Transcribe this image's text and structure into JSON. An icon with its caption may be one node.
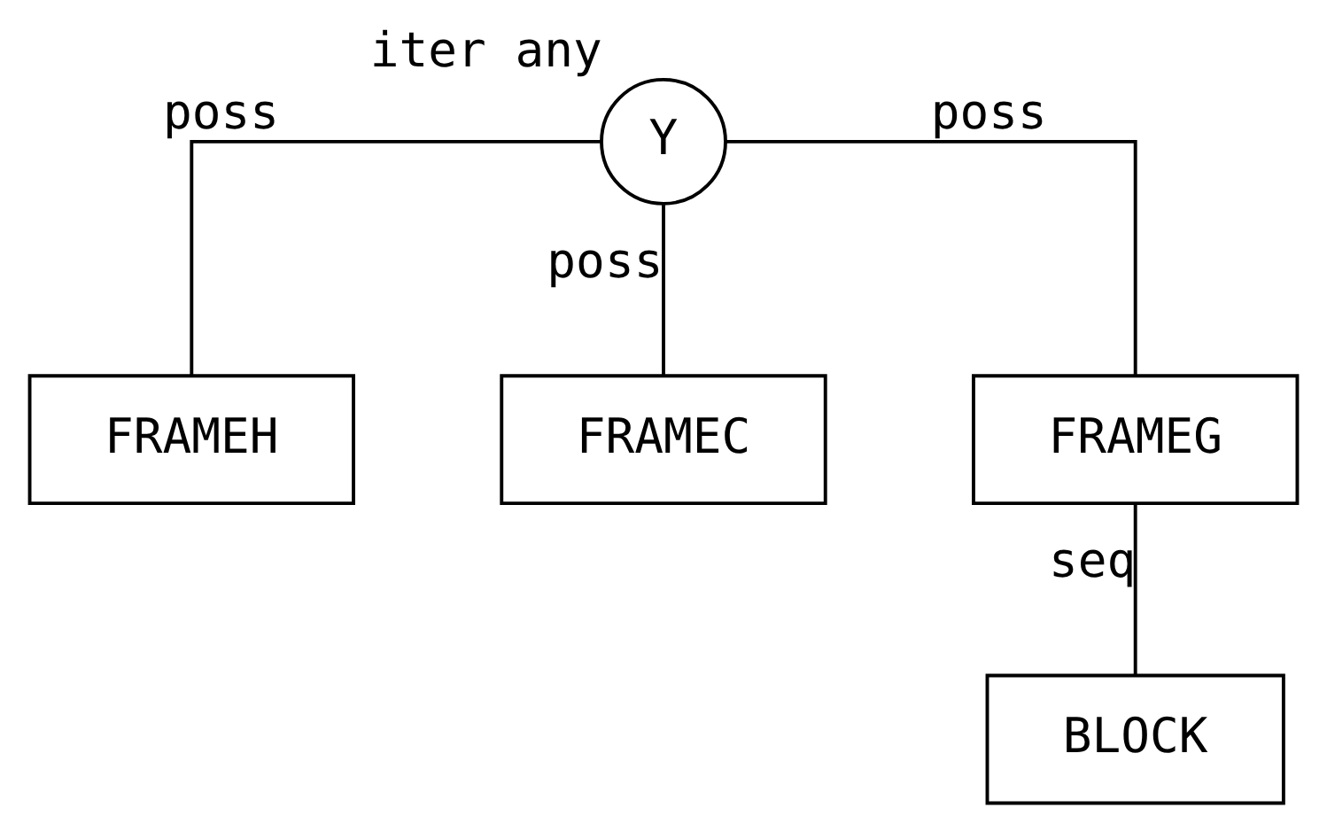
{
  "diagram": {
    "nodes": [
      {
        "text": [
          "Y"
        ],
        "beside": [
          "iter any"
        ]
      },
      {
        "text": [
          "FRAMEH"
        ]
      },
      {
        "text": [
          "FRAMEC"
        ]
      },
      {
        "text": [
          "FRAMEG"
        ]
      },
      {
        "text": [
          "BLOCK"
        ]
      }
    ],
    "edges": [
      {
        "from": 0,
        "to": 1,
        "arrow": "none",
        "label": "poss"
      },
      {
        "from": 0,
        "to": 2,
        "arrow": "none",
        "label": "poss"
      },
      {
        "from": 0,
        "to": 3,
        "arrow": "none",
        "label": "poss"
      },
      {
        "from": 3,
        "to": 4,
        "arrow": "none",
        "label": "seq"
      }
    ]
  }
}
